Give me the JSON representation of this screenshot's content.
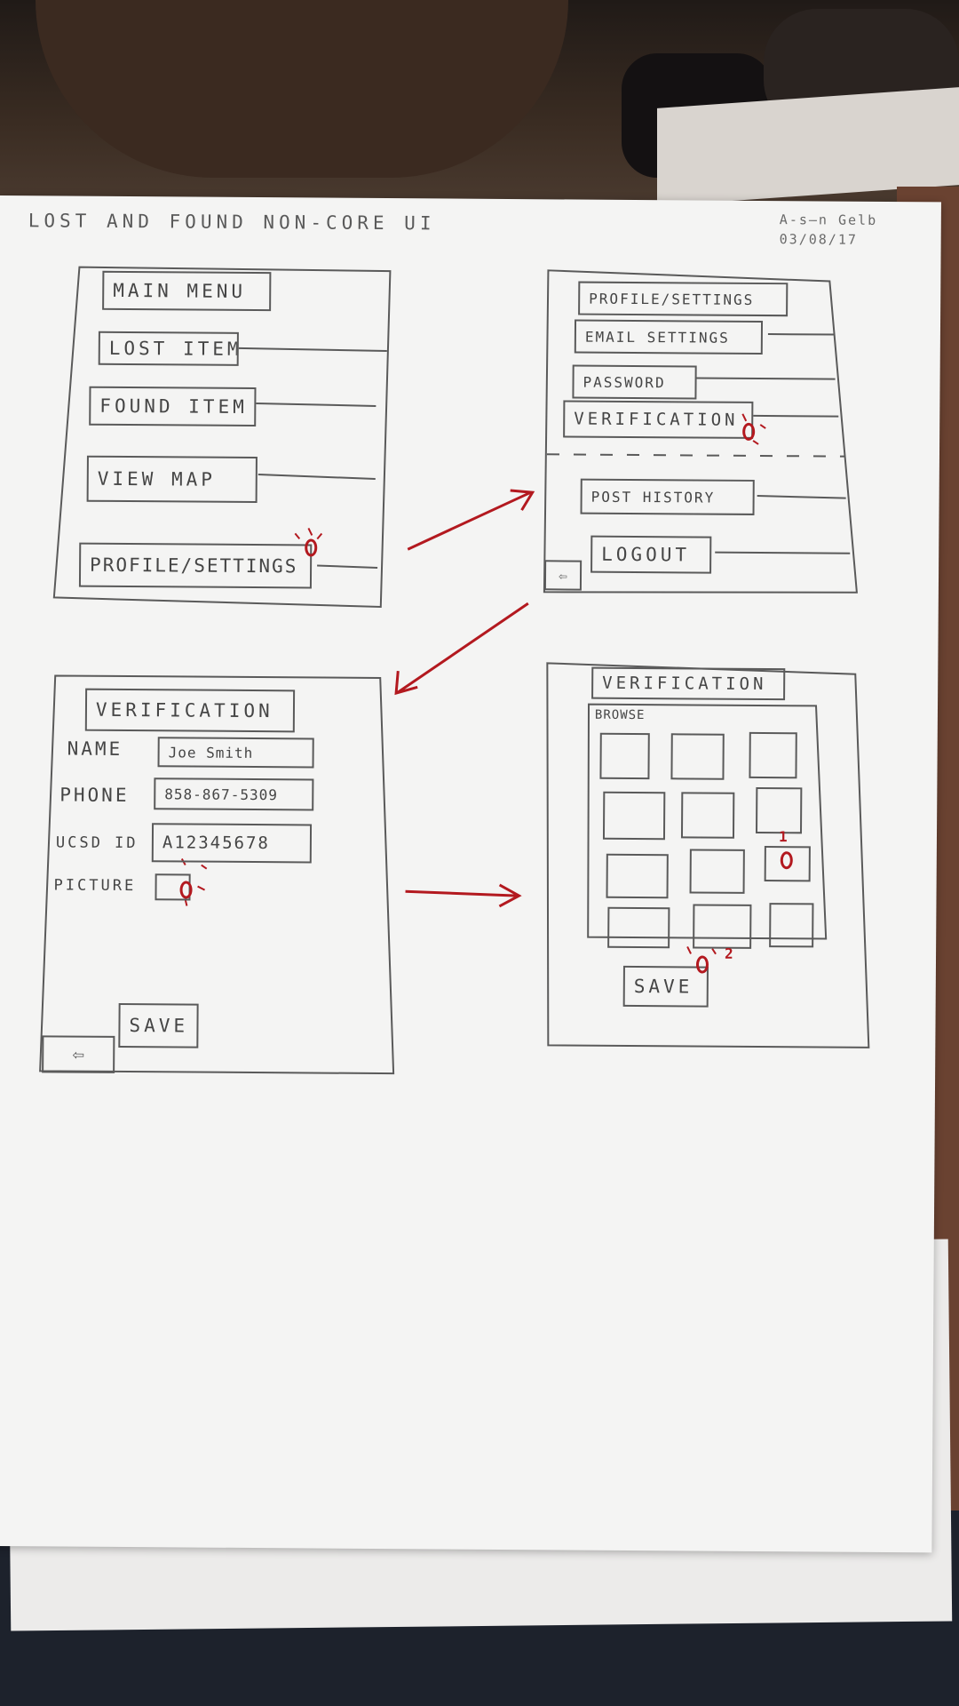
{
  "header": {
    "title": "LOST AND FOUND NON-CORE UI",
    "author": "A-s—n Gelb",
    "date": "03/08/17"
  },
  "screen_main_menu": {
    "title": "MAIN MENU",
    "items": [
      "LOST ITEM",
      "FOUND ITEM",
      "VIEW MAP",
      "PROFILE/SETTINGS"
    ]
  },
  "screen_profile_settings": {
    "title": "PROFILE/SETTINGS",
    "items_top": [
      "EMAIL SETTINGS",
      "PASSWORD",
      "VERIFICATION"
    ],
    "items_bottom": [
      "POST HISTORY",
      "LOGOUT"
    ],
    "back_icon": "arrow-left-icon"
  },
  "screen_verification_form": {
    "title": "VERIFICATION",
    "fields": [
      {
        "label": "NAME",
        "value": "Joe Smith"
      },
      {
        "label": "PHONE",
        "value": "858-867-5309"
      },
      {
        "label": "UCSD ID",
        "value": "A12345678"
      },
      {
        "label": "PICTURE",
        "value": ""
      }
    ],
    "save_label": "SAVE",
    "back_icon": "arrow-left-icon"
  },
  "screen_verification_browse": {
    "title": "VERIFICATION",
    "browse_label": "BROWSE",
    "save_label": "SAVE",
    "step_labels": [
      "1",
      "2"
    ]
  },
  "colors": {
    "ink": "#4a4a4a",
    "annotation_red": "#b3191f",
    "paper": "#f4f4f3"
  }
}
